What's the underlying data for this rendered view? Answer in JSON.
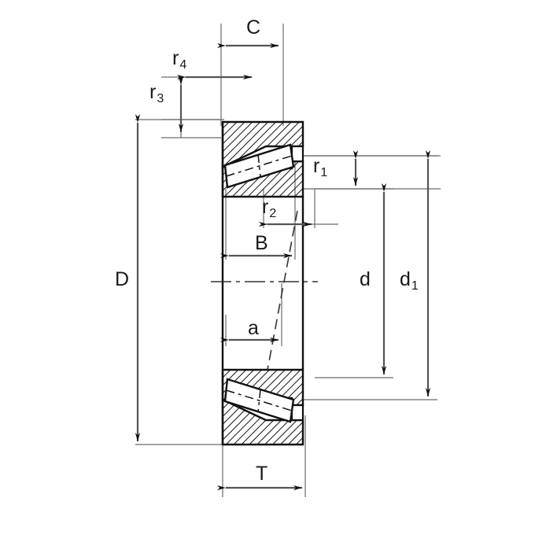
{
  "drawing": {
    "type": "technical-cross-section",
    "subject": "tapered roller bearing",
    "background_color": "#ffffff",
    "line_color": "#1a1a1a",
    "dimension_line_color": "#555555",
    "hatch_color": "#1a1a1a"
  },
  "labels": {
    "C": {
      "text": "C",
      "sub": ""
    },
    "r4": {
      "text": "r",
      "sub": "4"
    },
    "r3": {
      "text": "r",
      "sub": "3"
    },
    "r1": {
      "text": "r",
      "sub": "1"
    },
    "r2": {
      "text": "r",
      "sub": "2"
    },
    "B": {
      "text": "B",
      "sub": ""
    },
    "D": {
      "text": "D",
      "sub": ""
    },
    "d": {
      "text": "d",
      "sub": ""
    },
    "d1": {
      "text": "d",
      "sub": "1"
    },
    "a": {
      "text": "a",
      "sub": ""
    },
    "T": {
      "text": "T",
      "sub": ""
    }
  }
}
